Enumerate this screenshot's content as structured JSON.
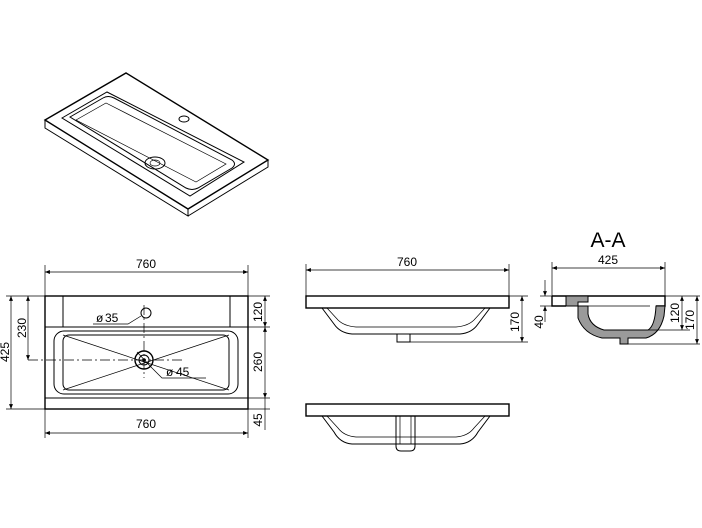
{
  "section_title": "A-A",
  "plan_view": {
    "width_top": "760",
    "width_bottom": "760",
    "depth_total": "425",
    "hole_offset": "230",
    "deck_depth": "120",
    "bowl_depth": "260",
    "front_depth": "45",
    "tap_hole": "35",
    "drain_hole": "45",
    "diameter_symbol": "ø"
  },
  "front_view": {
    "width": "760",
    "height": "170"
  },
  "section_view": {
    "width": "425",
    "rim_height": "40",
    "deck_height": "120",
    "total_height": "170"
  }
}
